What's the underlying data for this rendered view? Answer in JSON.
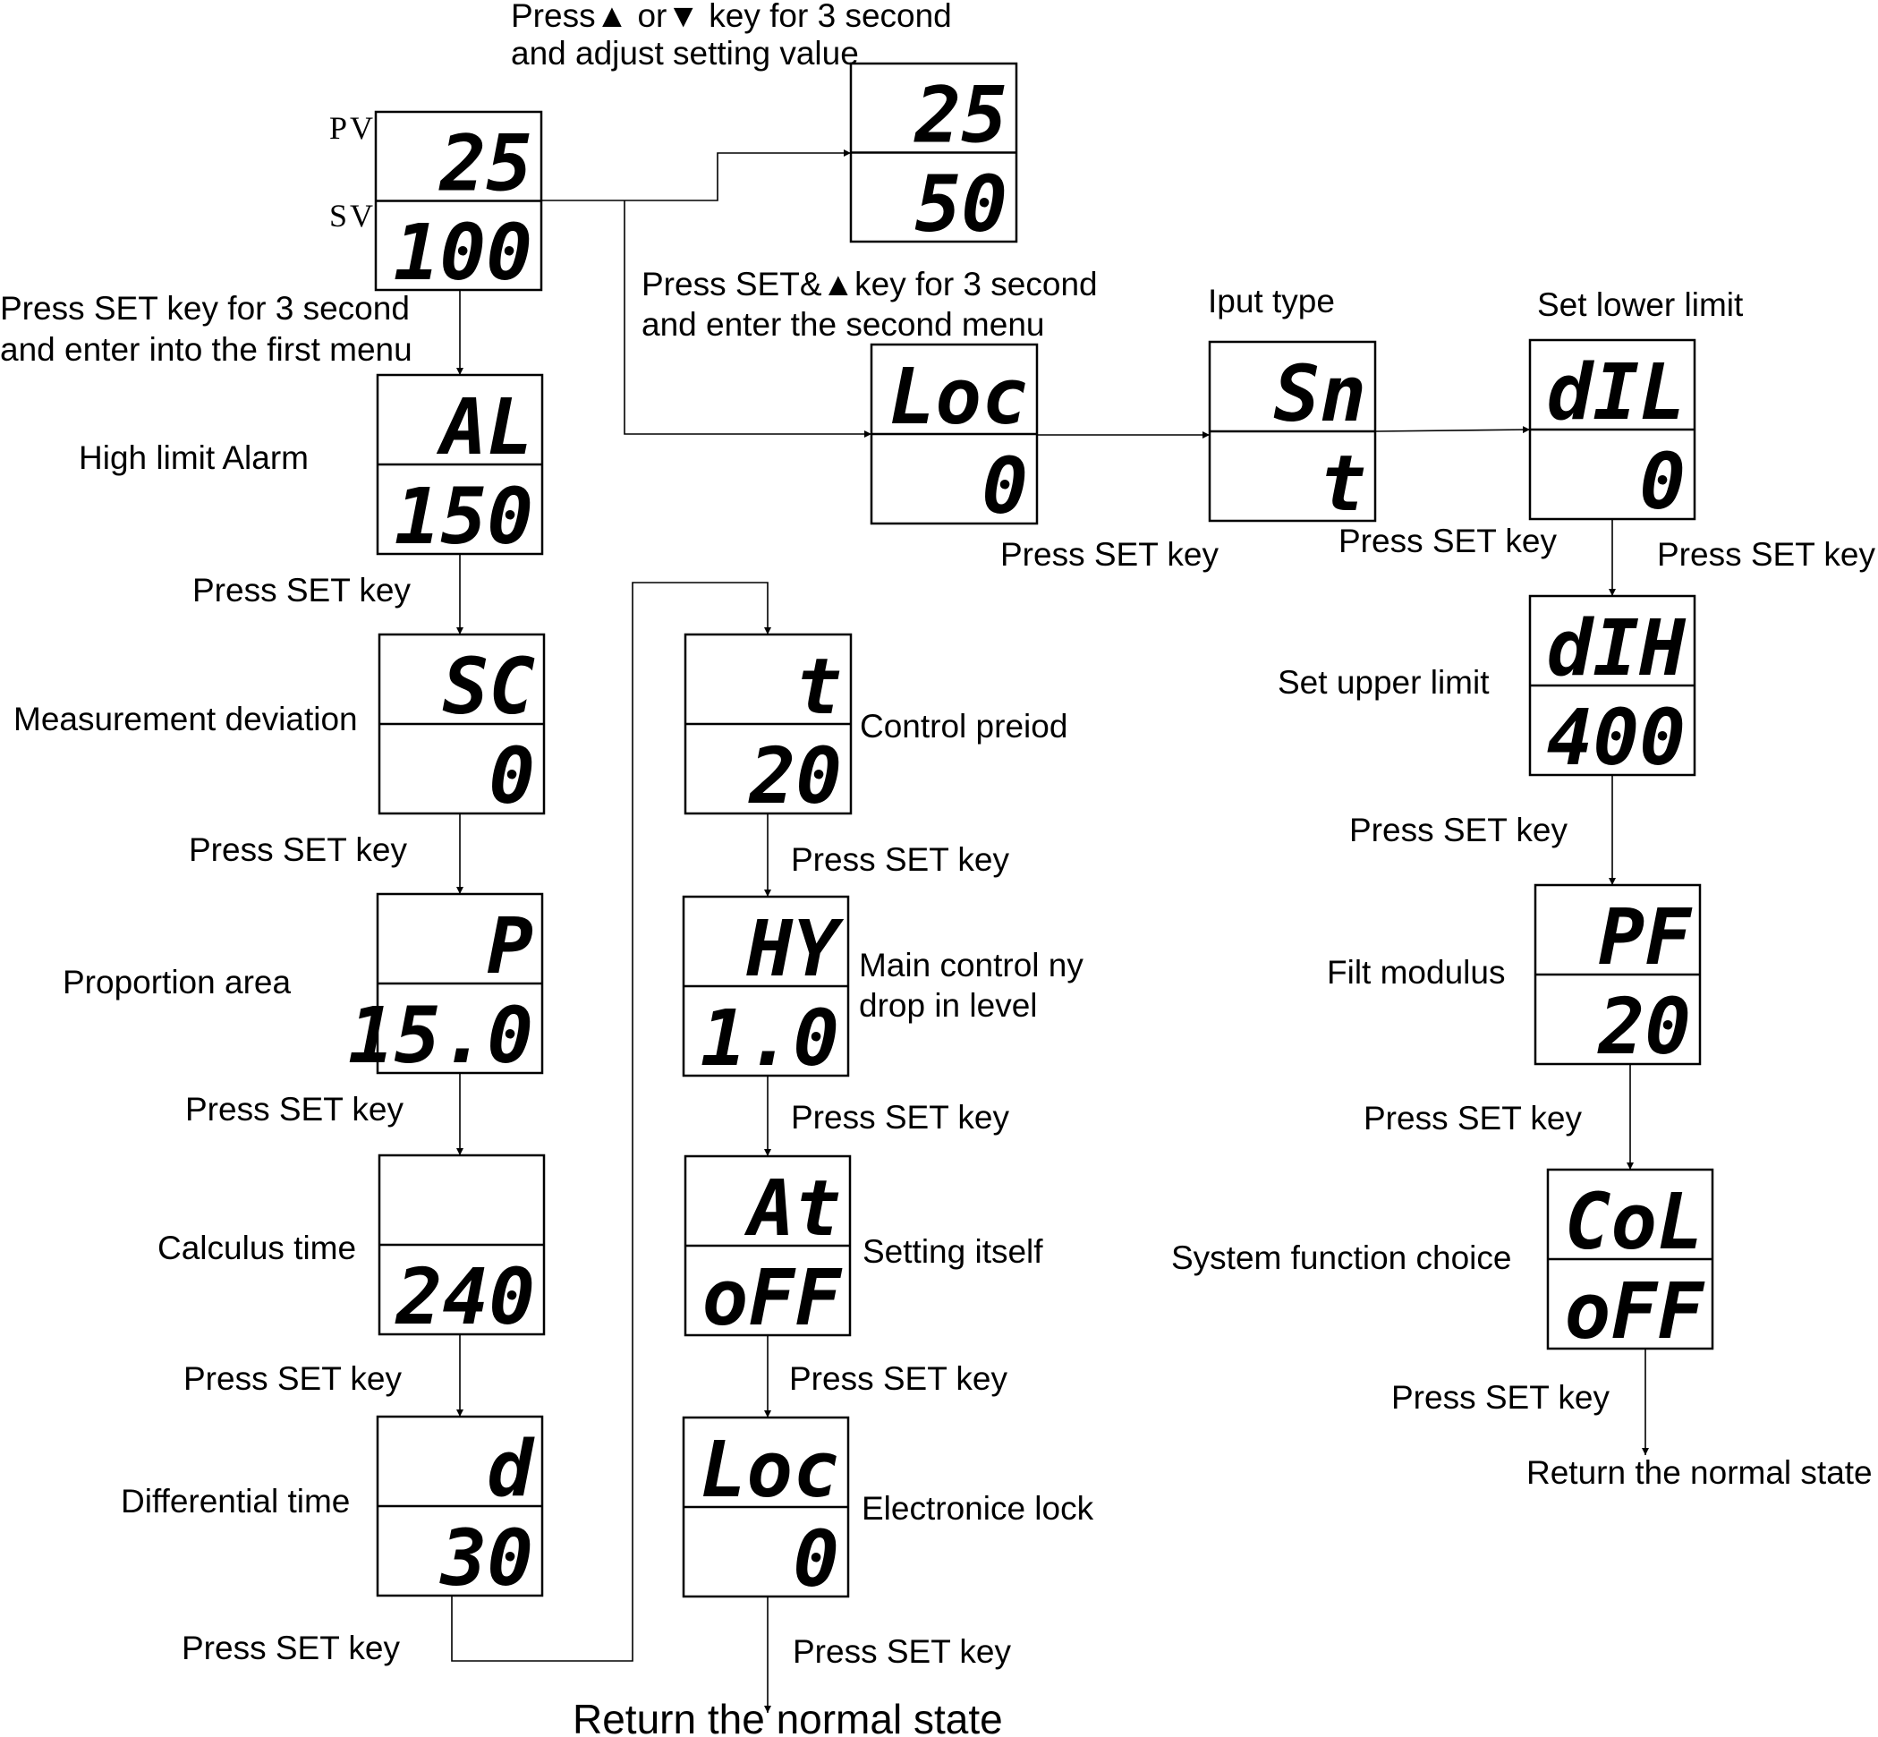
{
  "colors": {
    "ink": "#000000",
    "paper": "#ffffff"
  },
  "pv_label": "PV",
  "sv_label": "SV",
  "displays": [
    {
      "id": "home",
      "top": "25",
      "bottom": "100"
    },
    {
      "id": "adjust",
      "top": "25",
      "bottom": "50"
    },
    {
      "id": "alarm",
      "top": "AL",
      "bottom": "150"
    },
    {
      "id": "deviation",
      "top": "SC",
      "bottom": "0"
    },
    {
      "id": "proportion",
      "top": "P",
      "bottom": "15.0"
    },
    {
      "id": "calculus",
      "top": "",
      "bottom": "240"
    },
    {
      "id": "differential",
      "top": "d",
      "bottom": "30"
    },
    {
      "id": "control",
      "top": "t",
      "bottom": "20"
    },
    {
      "id": "hysteresis",
      "top": "HY",
      "bottom": "1.0"
    },
    {
      "id": "autotune",
      "top": "At",
      "bottom": "oFF"
    },
    {
      "id": "lock1",
      "top": "Loc",
      "bottom": "0"
    },
    {
      "id": "lock2",
      "top": "Loc",
      "bottom": "0"
    },
    {
      "id": "input",
      "top": "Sn",
      "bottom": "t"
    },
    {
      "id": "lower",
      "top": "dIL",
      "bottom": "0"
    },
    {
      "id": "upper",
      "top": "dIH",
      "bottom": "400"
    },
    {
      "id": "filter",
      "top": "PF",
      "bottom": "20"
    },
    {
      "id": "system",
      "top": "CoL",
      "bottom": "oFF"
    }
  ],
  "labels": {
    "adjust_line1": "Press▲ or▼ key for 3 second",
    "adjust_line2": "and adjust setting value",
    "first_menu_line1": "Press SET key for 3 second",
    "first_menu_line2": "and enter into the first menu",
    "second_menu_line1": "Press SET&▲key for 3 second",
    "second_menu_line2": "and enter the second menu",
    "high_limit_alarm": "High limit Alarm",
    "measurement_deviation": "Measurement deviation",
    "proportion_area": "Proportion area",
    "calculus_time": "Calculus time",
    "differential_time": "Differential time",
    "control_period": "Control preiod",
    "main_control_line1": "Main control ny",
    "main_control_line2": "drop in level",
    "setting_itself": "Setting itself",
    "electronic_lock": "Electronice lock",
    "input_type": "Iput type",
    "set_lower_limit": "Set lower limit",
    "set_upper_limit": "Set upper limit",
    "filt_modulus": "Filt modulus",
    "system_function_choice": "System function choice",
    "press_set_key": "Press SET key",
    "return_normal_state": "Return the normal state"
  }
}
